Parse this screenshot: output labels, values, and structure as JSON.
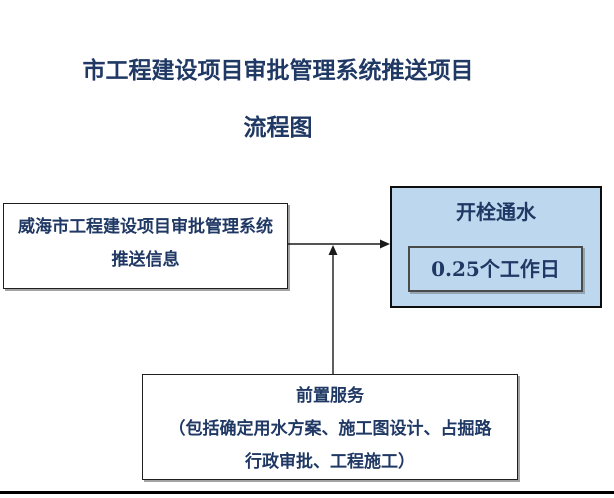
{
  "page": {
    "title_line1": "市工程建设项目审批管理系统推送项目",
    "title_line2": "流程图"
  },
  "flowchart": {
    "source_box": {
      "line1": "威海市工程建设项目审批管理系统",
      "line2": "推送信息"
    },
    "result_box": {
      "title": "开栓通水",
      "duration": "0.25个工作日",
      "fill_color": "#bdd7ee"
    },
    "pre_service_box": {
      "line1": "前置服务",
      "line2": "（包括确定用水方案、施工图设计、占掘路",
      "line3": "行政审批、工程施工）"
    },
    "connectors": {
      "arrow_right": "from-source-box-to-result-box",
      "arrow_up": "from-pre-service-box-to-main-flow-line"
    },
    "colors": {
      "text": "#1f3864",
      "line": "#1a1a1a",
      "result_fill": "#bdd7ee"
    }
  }
}
